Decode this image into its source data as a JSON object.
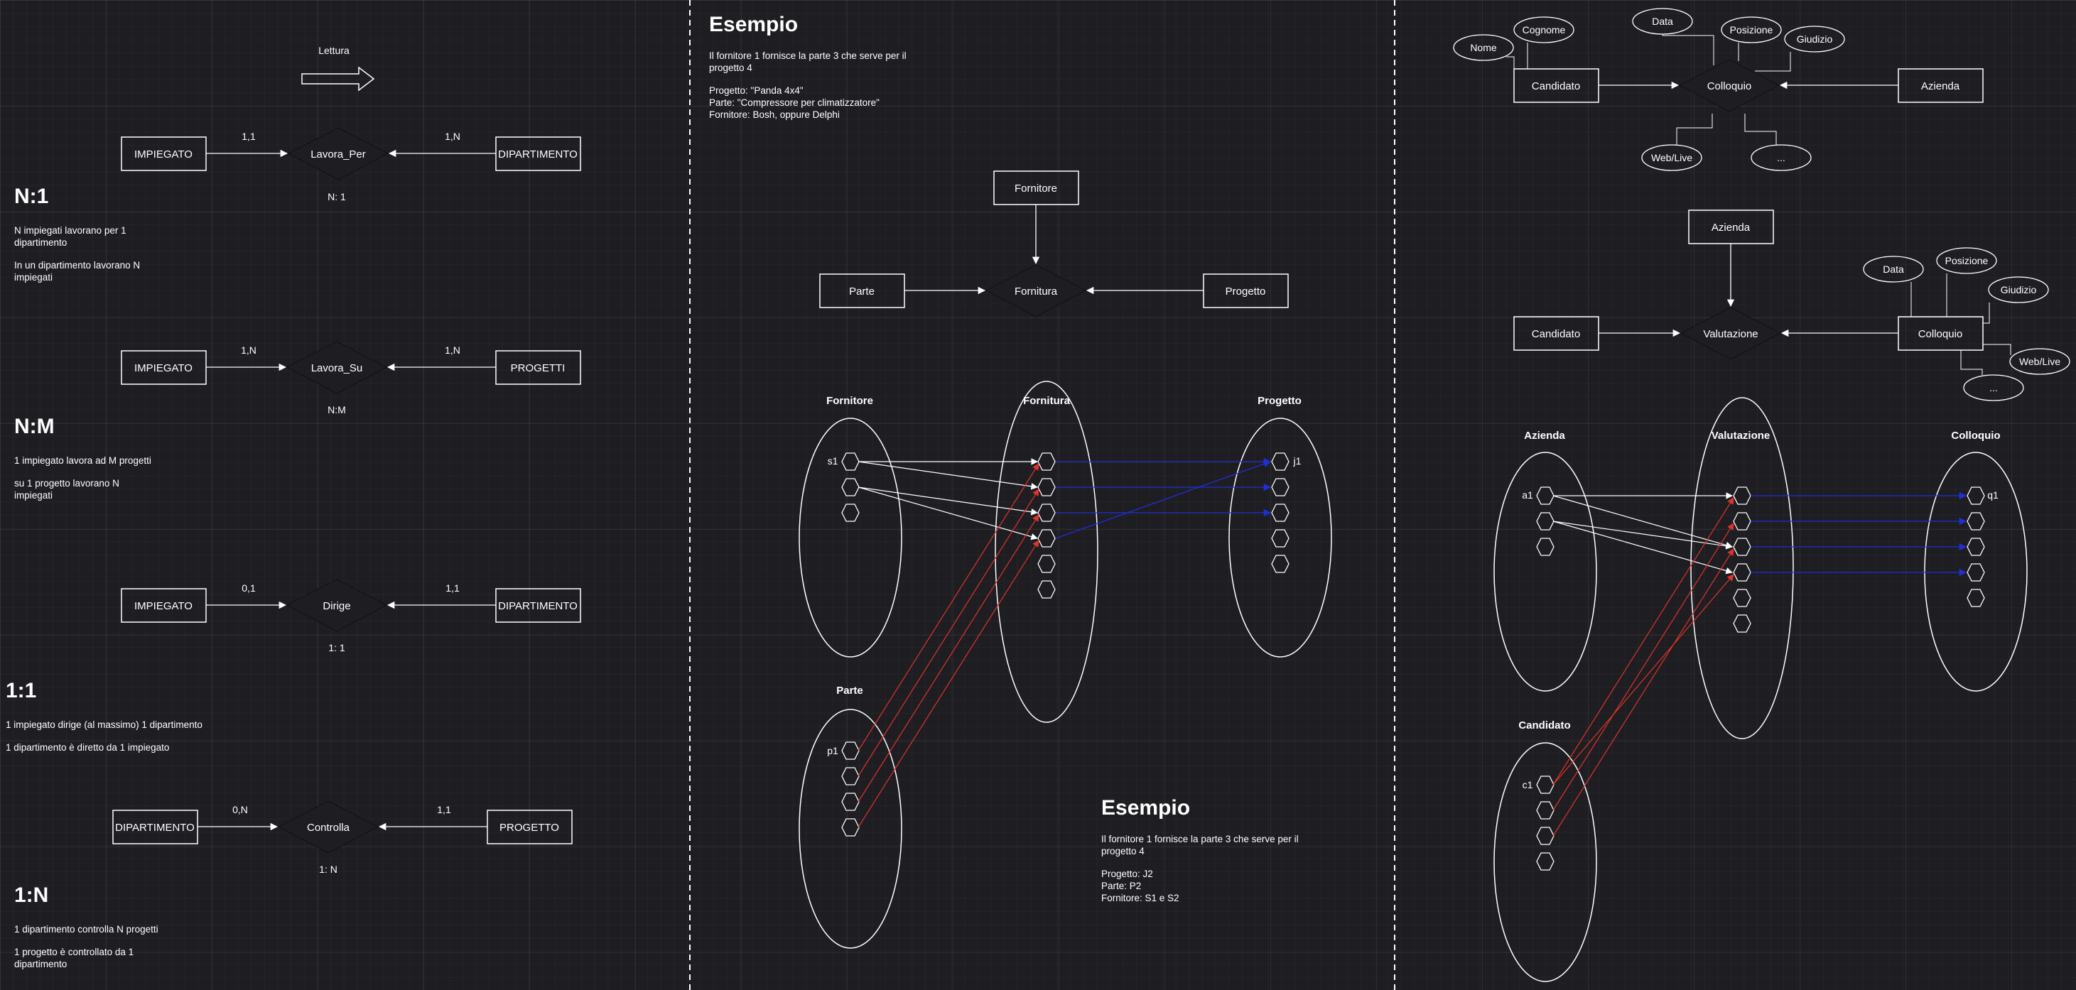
{
  "legend": {
    "label": "Lettura"
  },
  "sections": [
    {
      "id": "n1",
      "title": "N:1",
      "lines": [
        "N impiegati lavorano per 1",
        "dipartimento",
        "",
        "In un dipartimento lavorano N",
        "impiegati"
      ]
    },
    {
      "id": "nm",
      "title": "N:M",
      "lines": [
        "1 impiegato lavora ad M progetti",
        "",
        "su 1 progetto lavorano N",
        "impiegati"
      ]
    },
    {
      "id": "11",
      "title": "1:1",
      "lines": [
        "1 impiegato dirige (al massimo) 1 dipartimento",
        "",
        "1 dipartimento è diretto da 1 impiegato"
      ]
    },
    {
      "id": "1n",
      "title": "1:N",
      "lines": [
        "1 dipartimento controlla N progetti",
        "",
        "1 progetto è controllato da 1",
        "dipartimento"
      ]
    }
  ],
  "relationships": [
    {
      "left": "IMPIEGATO",
      "relation": "Lavora_Per",
      "right": "DIPARTIMENTO",
      "left_card": "1,1",
      "right_card": "1,N",
      "ratio": "N: 1"
    },
    {
      "left": "IMPIEGATO",
      "relation": "Lavora_Su",
      "right": "PROGETTI",
      "left_card": "1,N",
      "right_card": "1,N",
      "ratio": "N:M"
    },
    {
      "left": "IMPIEGATO",
      "relation": "Dirige",
      "right": "DIPARTIMENTO",
      "left_card": "0,1",
      "right_card": "1,1",
      "ratio": "1: 1"
    },
    {
      "left": "DIPARTIMENTO",
      "relation": "Controlla",
      "right": "PROGETTO",
      "left_card": "0,N",
      "right_card": "1,1",
      "ratio": "1: N"
    }
  ],
  "example1": {
    "title": "Esempio",
    "lines": [
      "Il fornitore 1 fornisce la parte 3 che serve per il",
      "progetto 4",
      "",
      "Progetto: \"Panda 4x4\"",
      "Parte: \"Compressore per climatizzatore\"",
      "Fornitore: Bosh, oppure Delphi"
    ]
  },
  "example2": {
    "title": "Esempio",
    "lines": [
      "Il fornitore 1 fornisce la parte 3 che serve per il",
      "progetto 4",
      "",
      "Progetto: J2",
      "Parte: P2",
      "Fornitore: S1 e S2"
    ]
  },
  "ternary1": {
    "top": "Fornitore",
    "left": "Parte",
    "center": "Fornitura",
    "right": "Progetto"
  },
  "instances1": {
    "sets": [
      "Fornitore",
      "Fornitura",
      "Progetto",
      "Parte"
    ],
    "labels": {
      "fornitore": "s1",
      "progetto": "j1",
      "parte": "p1"
    }
  },
  "colloquio": {
    "left": "Candidato",
    "center": "Colloquio",
    "right": "Azienda",
    "attrs_left": [
      "Nome",
      "Cognome"
    ],
    "attrs_center": [
      "Data",
      "Posizione",
      "Giudizio",
      "Web/Live",
      "..."
    ]
  },
  "valutazione": {
    "top": "Azienda",
    "left": "Candidato",
    "center": "Valutazione",
    "right": "Colloquio",
    "attrs_right": [
      "Data",
      "Posizione",
      "Giudizio",
      "Web/Live",
      "..."
    ]
  },
  "instances2": {
    "sets": [
      "Azienda",
      "Valutazione",
      "Colloquio",
      "Candidato"
    ],
    "labels": {
      "azienda": "a1",
      "colloquio": "q1",
      "candidato": "c1"
    }
  },
  "colors": {
    "background": "#1e1d22",
    "line": "#ffffff",
    "red": "#e0332a",
    "blue": "#1e2fd6"
  }
}
